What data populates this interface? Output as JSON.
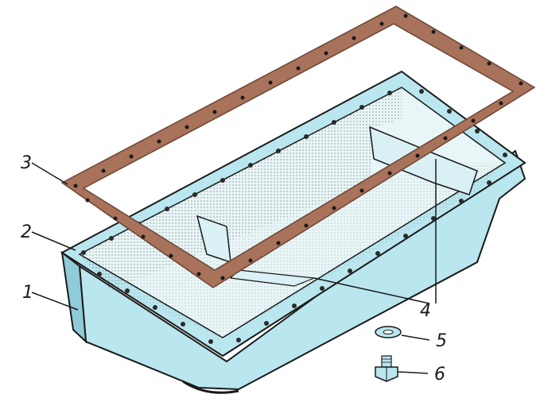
{
  "labels": {
    "part_1": "1",
    "part_2": "2",
    "part_3": "3",
    "part_4": "4",
    "part_5": "5",
    "part_6": "6"
  },
  "colors": {
    "pan_body": "#b9e6ef",
    "pan_shadow": "#8fcbd8",
    "pan_interior": "#e9f6f8",
    "gasket": "#a8735a",
    "gasket_dark": "#6b4535",
    "outline": "#1a1a1a",
    "hole": "#2a2a2a"
  }
}
